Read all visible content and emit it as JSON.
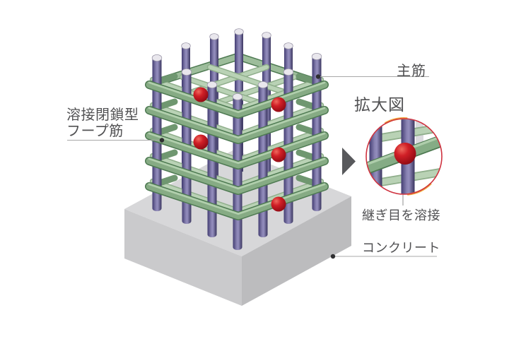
{
  "diagram": {
    "labels": {
      "main_bar": "主筋",
      "hoop_line1": "溶接閉鎖型",
      "hoop_line2": "フープ筋",
      "enlarged_view": "拡大図",
      "weld_joint": "継ぎ目を溶接",
      "concrete": "コンクリート"
    },
    "structure": {
      "vertical_main_bars": 12,
      "hoop_levels": 5,
      "weld_points": 5
    },
    "colors": {
      "background": "#ffffff",
      "rebar_purple": "#5a5490",
      "hoop_green": "#86ab84",
      "hoop_edge_green": "#4e7a52",
      "tie_green": "#b5cfb1",
      "weld_red": "#c00d1d",
      "concrete_top": "#d7d7d9",
      "concrete_left": "#cacacc",
      "concrete_right": "#bcbcbe",
      "magnifier_border": "#cf3340",
      "accent_orange": "#f2a93c",
      "arrow_gray": "#58595c",
      "label_text": "#515153",
      "leader_line": "#a8a8a8"
    }
  }
}
